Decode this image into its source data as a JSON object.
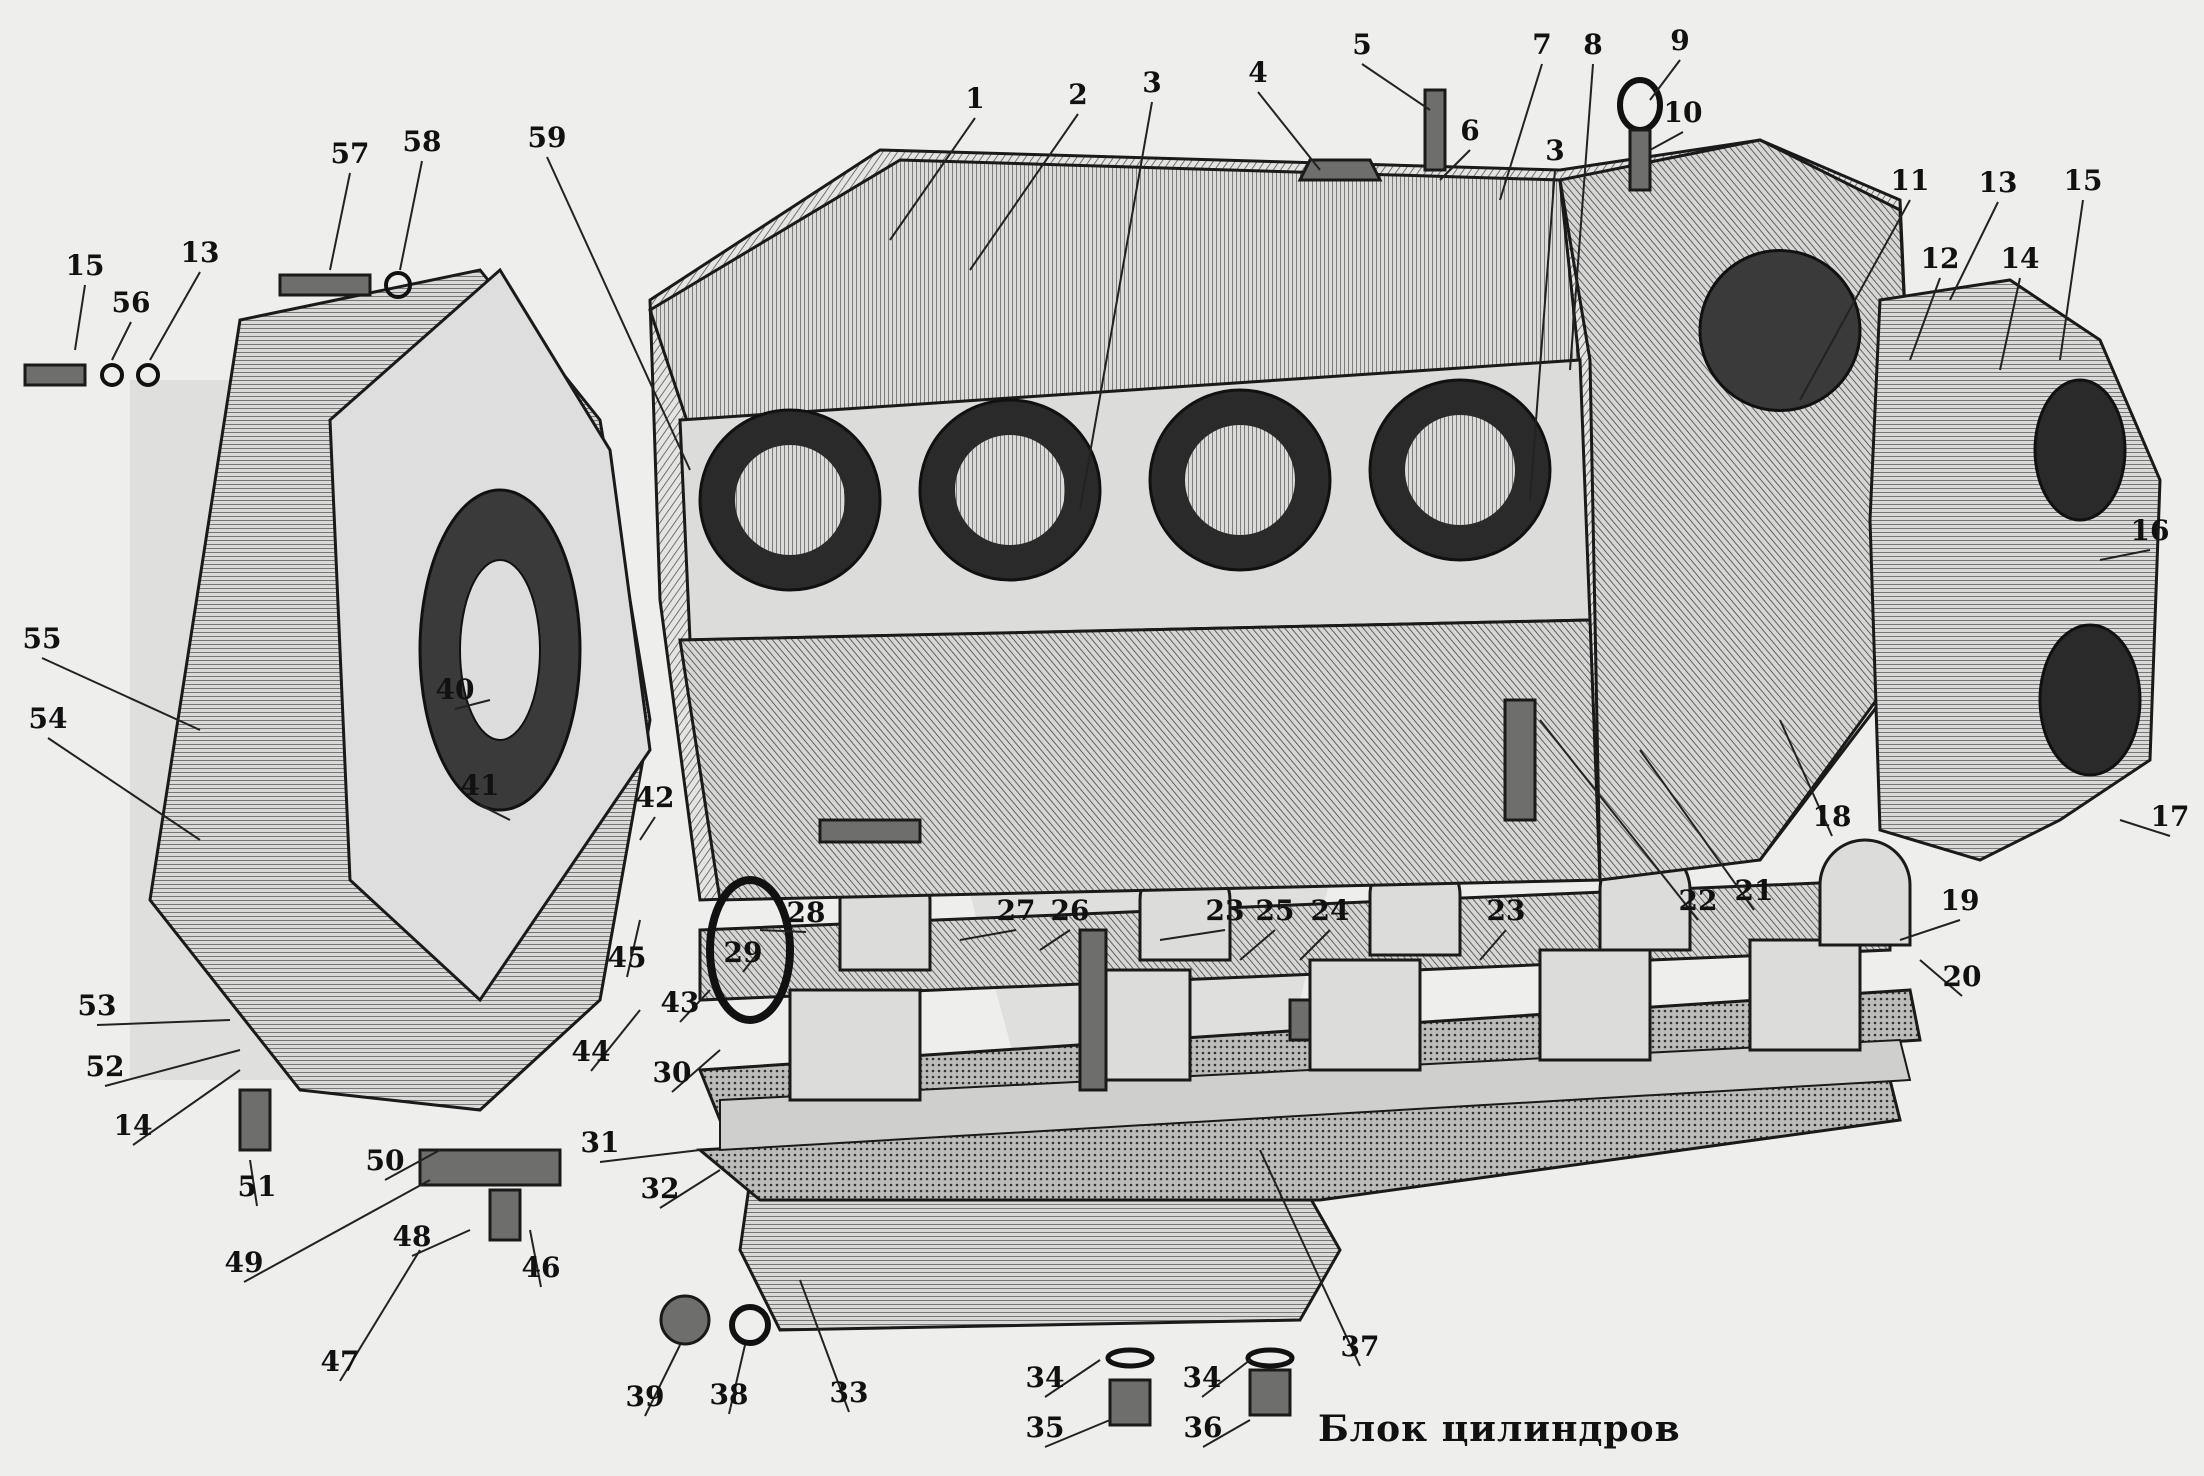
{
  "caption": "Блок цилиндров",
  "callouts": [
    {
      "label": "1"
    },
    {
      "label": "2"
    },
    {
      "label": "3"
    },
    {
      "label": "4"
    },
    {
      "label": "5"
    },
    {
      "label": "6"
    },
    {
      "label": "7"
    },
    {
      "label": "8"
    },
    {
      "label": "9"
    },
    {
      "label": "3"
    },
    {
      "label": "10"
    },
    {
      "label": "11"
    },
    {
      "label": "13"
    },
    {
      "label": "15"
    },
    {
      "label": "12"
    },
    {
      "label": "14"
    },
    {
      "label": "16"
    },
    {
      "label": "17"
    },
    {
      "label": "18"
    },
    {
      "label": "19"
    },
    {
      "label": "20"
    },
    {
      "label": "21"
    },
    {
      "label": "22"
    },
    {
      "label": "23"
    },
    {
      "label": "24"
    },
    {
      "label": "25"
    },
    {
      "label": "23"
    },
    {
      "label": "26"
    },
    {
      "label": "27"
    },
    {
      "label": "28"
    },
    {
      "label": "29"
    },
    {
      "label": "30"
    },
    {
      "label": "31"
    },
    {
      "label": "32"
    },
    {
      "label": "33"
    },
    {
      "label": "34"
    },
    {
      "label": "34"
    },
    {
      "label": "35"
    },
    {
      "label": "36"
    },
    {
      "label": "37"
    },
    {
      "label": "38"
    },
    {
      "label": "39"
    },
    {
      "label": "40"
    },
    {
      "label": "41"
    },
    {
      "label": "42"
    },
    {
      "label": "43"
    },
    {
      "label": "44"
    },
    {
      "label": "45"
    },
    {
      "label": "46"
    },
    {
      "label": "47"
    },
    {
      "label": "48"
    },
    {
      "label": "49"
    },
    {
      "label": "50"
    },
    {
      "label": "51"
    },
    {
      "label": "14"
    },
    {
      "label": "52"
    },
    {
      "label": "53"
    },
    {
      "label": "54"
    },
    {
      "label": "55"
    },
    {
      "label": "15"
    },
    {
      "label": "56"
    },
    {
      "label": "13"
    },
    {
      "label": "57"
    },
    {
      "label": "58"
    },
    {
      "label": "59"
    }
  ]
}
